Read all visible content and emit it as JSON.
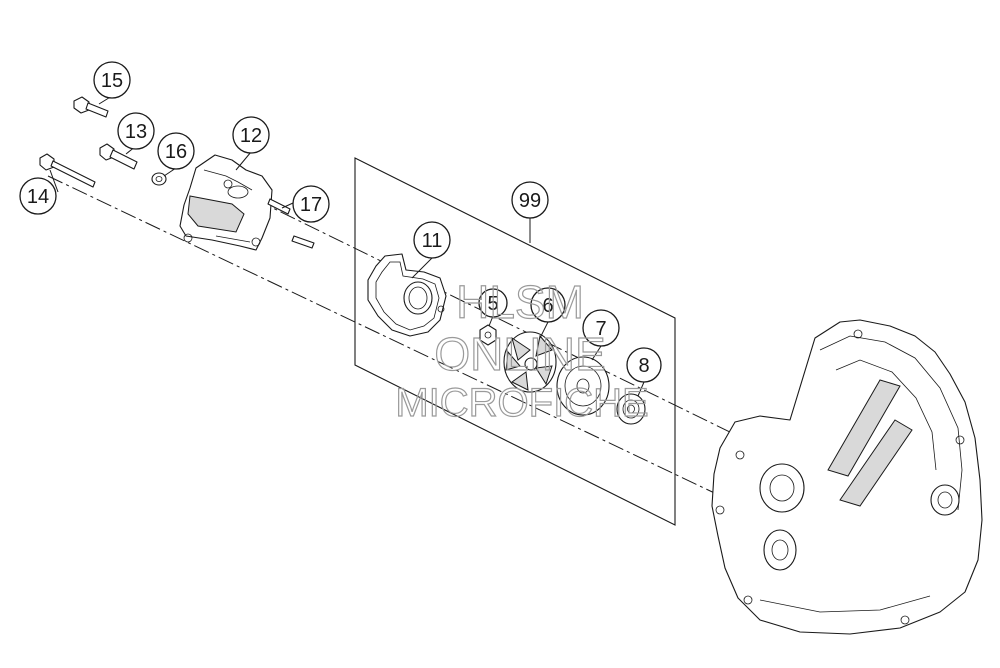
{
  "callouts": {
    "c15": "15",
    "c13": "13",
    "c16": "16",
    "c12": "12",
    "c14": "14",
    "c17": "17",
    "c99": "99",
    "c11": "11",
    "c5": "5",
    "c6": "6",
    "c7": "7",
    "c8": "8"
  },
  "watermark": {
    "line1": "HLSM",
    "line2": "ONLINE",
    "line3": "MICROFICHE"
  },
  "colors": {
    "line": "#1a1a1a",
    "watermark": "#9a9a9a",
    "background": "#ffffff"
  }
}
